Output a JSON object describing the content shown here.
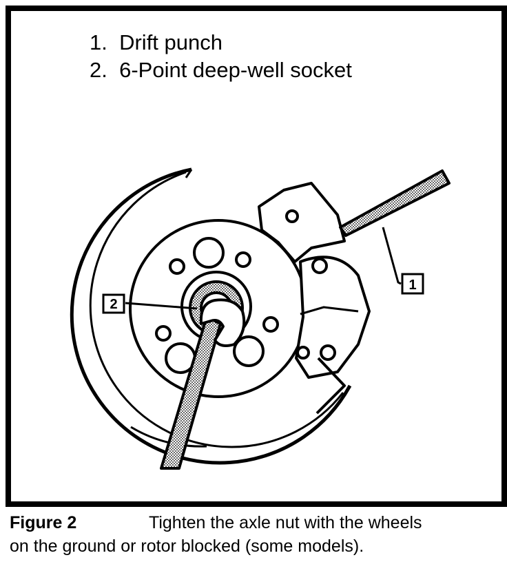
{
  "legend": {
    "items": [
      {
        "number": "1.",
        "label": "Drift punch"
      },
      {
        "number": "2.",
        "label": "6-Point deep-well socket"
      }
    ]
  },
  "callouts": [
    "1",
    "2"
  ],
  "caption": {
    "figure_label": "Figure 2",
    "text_line1": "Tighten the axle nut with the wheels",
    "text_line2": "on the ground or rotor blocked  (some models)."
  }
}
